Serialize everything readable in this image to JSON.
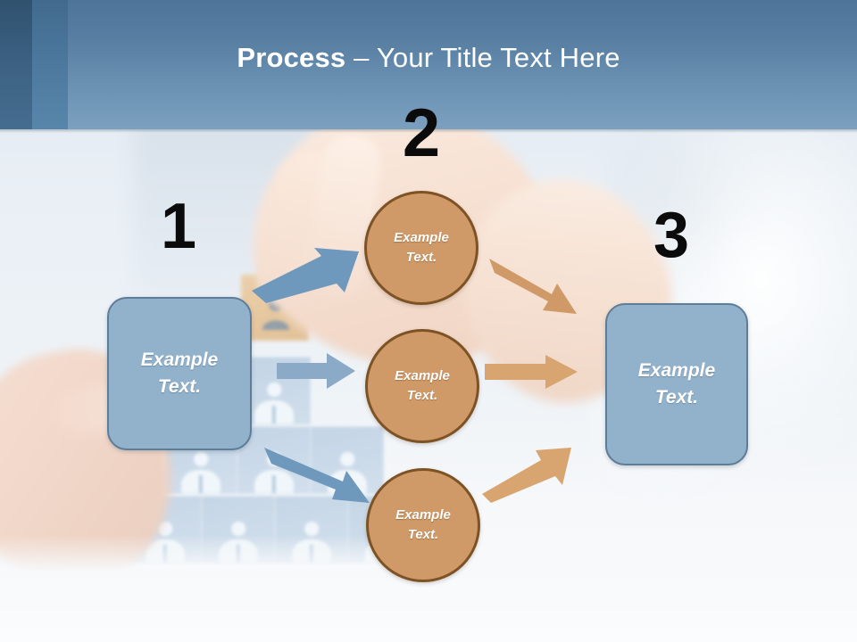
{
  "slide": {
    "title_strong": "Process",
    "title_rest": " – Your Title Text Here"
  },
  "colors": {
    "header_dark_band": "#30526f",
    "header_mid_band": "#416a8d",
    "header_gradient_top": "#4d7499",
    "header_gradient_bottom": "#7ba0bf",
    "box_fill": "#92b1cb",
    "box_border": "#5d7d98",
    "circle_fill": "#cf9a68",
    "circle_border": "#7d5325",
    "arrow_blue": "#6e99bd",
    "arrow_orange": "#cf9a68",
    "number_black": "#0b0b0b",
    "label_white": "#ffffff"
  },
  "steps": [
    {
      "number": "1",
      "label": "Example\nText."
    },
    {
      "number": "2",
      "label": "Example\nText."
    },
    {
      "number": "3",
      "label": "Example\nText."
    }
  ],
  "circles": [
    {
      "label": "Example\nText."
    },
    {
      "label": "Example\nText."
    },
    {
      "label": "Example\nText."
    }
  ],
  "arrows": [
    {
      "name": "blue-arrow-up",
      "direction": "up-right",
      "color": "#6e99bd"
    },
    {
      "name": "blue-arrow-right",
      "direction": "right",
      "color": "#8aaac8"
    },
    {
      "name": "blue-arrow-down",
      "direction": "down-right",
      "color": "#6e99bd"
    },
    {
      "name": "orange-arrow-down",
      "direction": "down-right",
      "color": "#cf9a68"
    },
    {
      "name": "orange-arrow-right",
      "direction": "right",
      "color": "#d8a470"
    },
    {
      "name": "orange-arrow-up",
      "direction": "up-right",
      "color": "#d8a470"
    }
  ]
}
